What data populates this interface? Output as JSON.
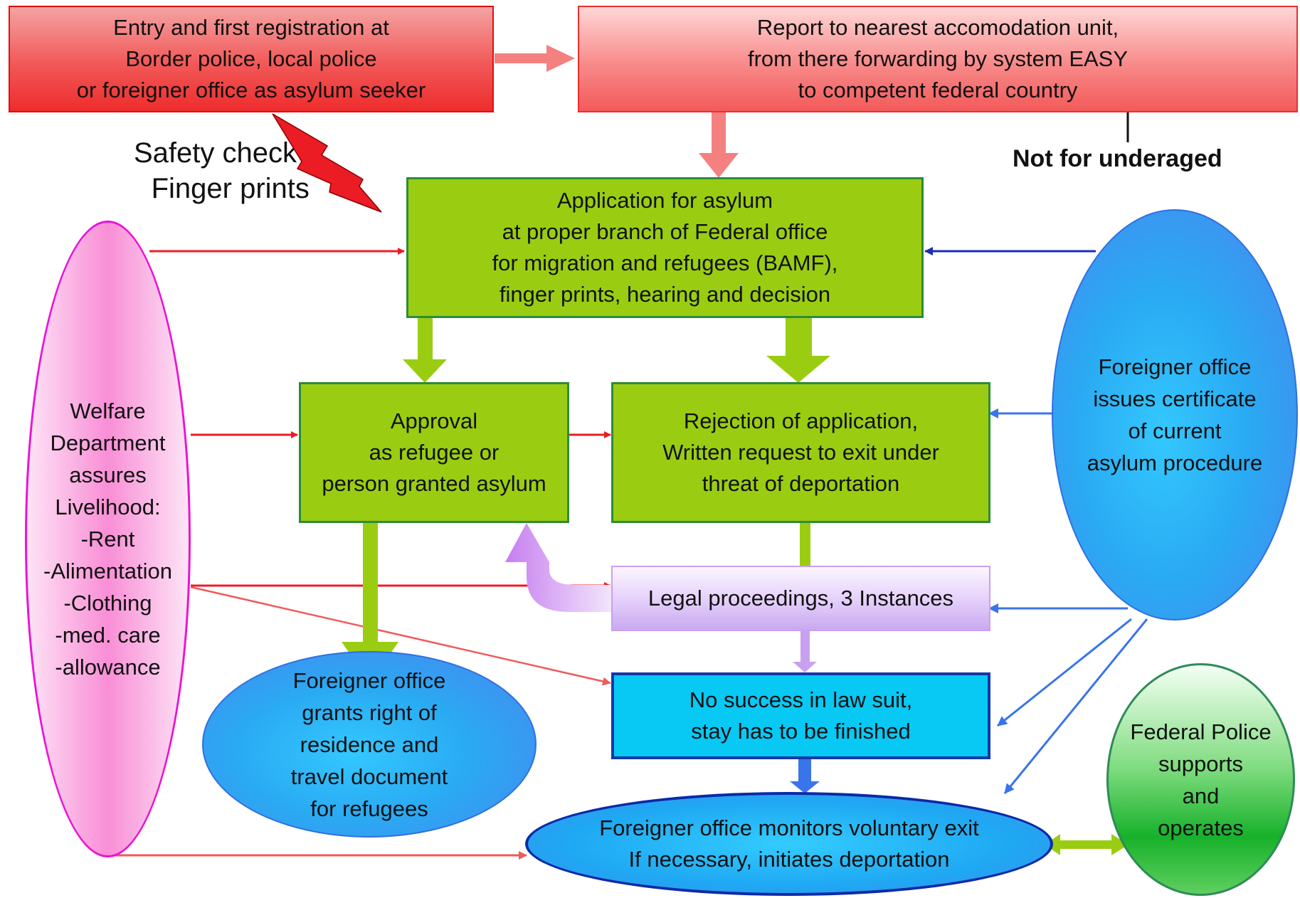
{
  "diagram": {
    "entry_box": [
      "Entry and first registration at",
      "Border police, local police",
      "or foreigner office as asylum seeker"
    ],
    "report_box": [
      "Report to nearest accomodation unit,",
      "from there forwarding by system EASY",
      "to competent federal country"
    ],
    "not_for_underaged": "Not for underaged",
    "safety_check": [
      "Safety check  +",
      "Finger prints"
    ],
    "application_box": [
      "Application for asylum",
      "at proper branch of Federal office",
      "for migration and refugees (BAMF),",
      "finger prints, hearing and decision"
    ],
    "welfare_ellipse": [
      "Welfare",
      "Department",
      "assures",
      "Livelihood:",
      "-Rent",
      "-Alimentation",
      "-Clothing",
      "-med. care",
      "-allowance"
    ],
    "approval_box": [
      "Approval",
      "as refugee or",
      "person granted asylum"
    ],
    "rejection_box": [
      "Rejection of application,",
      "Written request to exit under",
      "threat of deportation"
    ],
    "certificate_ellipse": [
      "Foreigner office",
      "issues certificate",
      "of current",
      "asylum procedure"
    ],
    "legal_box": "Legal proceedings, 3 Instances",
    "residence_ellipse": [
      "Foreigner office",
      "grants right of",
      "residence and",
      "travel document",
      "for refugees"
    ],
    "no_success_box": [
      "No success in law suit,",
      "stay has to be finished"
    ],
    "monitor_ellipse": [
      "Foreigner office monitors voluntary exit",
      "If necessary, initiates deportation"
    ],
    "federal_police_ellipse": [
      "Federal Police",
      "supports",
      "and",
      "operates"
    ],
    "colors": {
      "red_arrow": "#ec1c24",
      "salmon_arrow": "#f58080",
      "green": "#9acd12",
      "blue_arrow": "#2f6fe0",
      "lilac": "#c9a0ef"
    }
  }
}
